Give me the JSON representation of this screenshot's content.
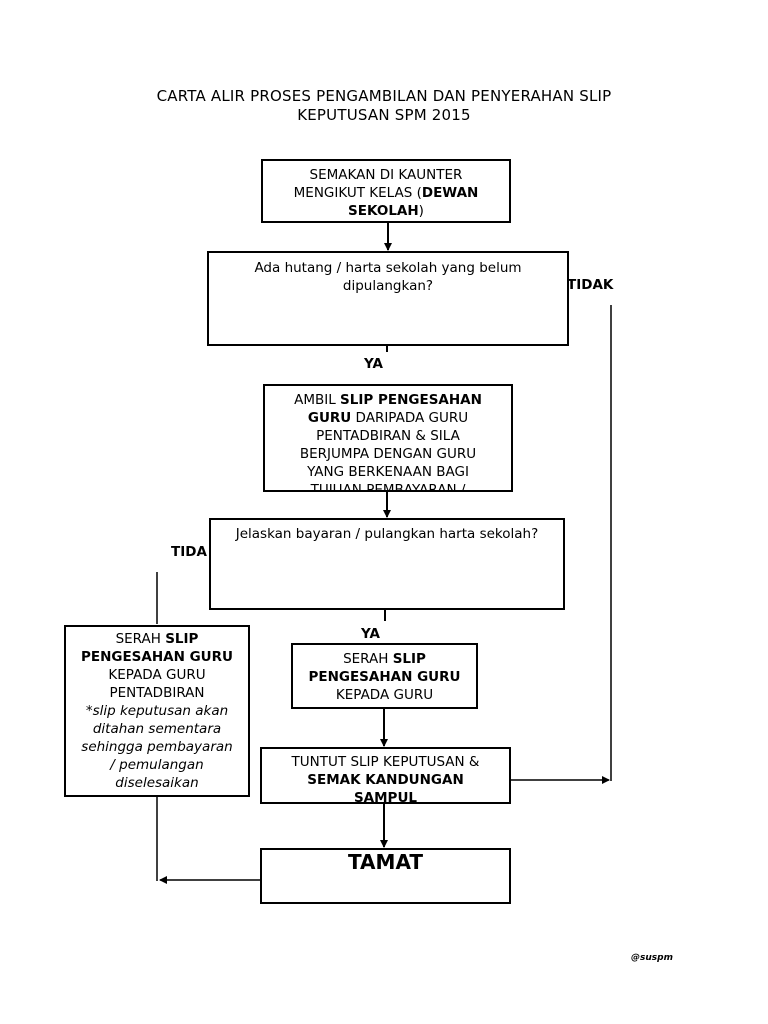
{
  "title": {
    "line1": "CARTA ALIR PROSES PENGAMBILAN DAN PENYERAHAN SLIP",
    "line2": "KEPUTUSAN SPM 2015"
  },
  "box1": {
    "l1": "SEMAKAN DI KAUNTER",
    "l2a": "MENGIKUT KELAS (",
    "l2b": "DEWAN",
    "l3a": "SEKOLAH",
    "l3b": ")"
  },
  "box2": {
    "l1": "Ada hutang / harta sekolah yang belum",
    "l2": "dipulangkan?"
  },
  "label_tidak1": "TIDAK",
  "label_ya1": "YA",
  "box3": {
    "l1a": "AMBIL ",
    "l1b": "SLIP PENGESAHAN",
    "l2a": "GURU",
    "l2b": " DARIPADA GURU",
    "l3": "PENTADBIRAN & SILA",
    "l4": "BERJUMPA DENGAN GURU",
    "l5": "YANG BERKENAAN BAGI",
    "l6": "TUJUAN PEMBAYARAN /"
  },
  "box4": {
    "l1": "Jelaskan bayaran / pulangkan harta sekolah?"
  },
  "label_tidak2": "TIDA",
  "label_ya2": "YA",
  "box5": {
    "l1a": "SERAH ",
    "l1b": "SLIP",
    "l2": "PENGESAHAN GURU",
    "l3": "KEPADA GURU"
  },
  "box6": {
    "l1a": "SERAH ",
    "l1b": "SLIP",
    "l2": "PENGESAHAN GURU",
    "l3": "KEPADA GURU",
    "l4": "PENTADBIRAN",
    "l5": "*slip keputusan akan",
    "l6": "ditahan sementara",
    "l7": "sehingga pembayaran",
    "l8": "/ pemulangan",
    "l9": "diselesaikan"
  },
  "box7": {
    "l1": "TUNTUT SLIP KEPUTUSAN &",
    "l2": "SEMAK KANDUNGAN",
    "l3": "SAMPUL"
  },
  "box8": {
    "label": "TAMAT"
  },
  "credit": "@suspm"
}
